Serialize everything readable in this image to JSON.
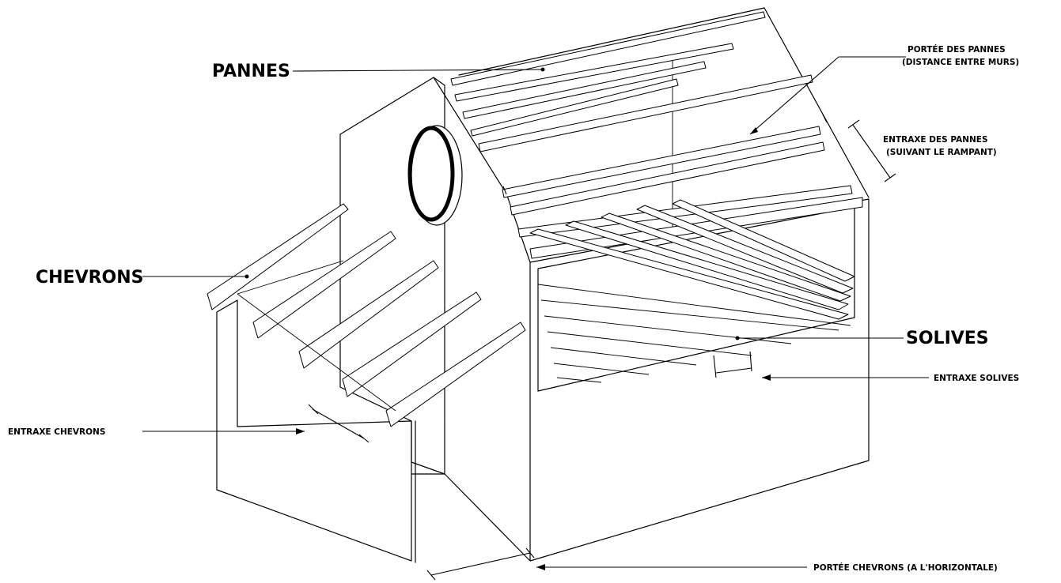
{
  "labels": {
    "pannes": "PANNES",
    "chevrons": "CHEVRONS",
    "solives": "SOLIVES",
    "portee_pannes_line1": "PORTÉE DES PANNES",
    "portee_pannes_line2": "(DISTANCE ENTRE MURS)",
    "entraxe_pannes_line1": "ENTRAXE DES PANNES",
    "entraxe_pannes_line2": "(SUIVANT LE RAMPANT)",
    "entraxe_solives": "ENTRAXE SOLIVES",
    "entraxe_chevrons": "ENTRAXE CHEVRONS",
    "portee_chevrons": "PORTÉE CHEVRONS (A L'HORIZONTALE)"
  }
}
